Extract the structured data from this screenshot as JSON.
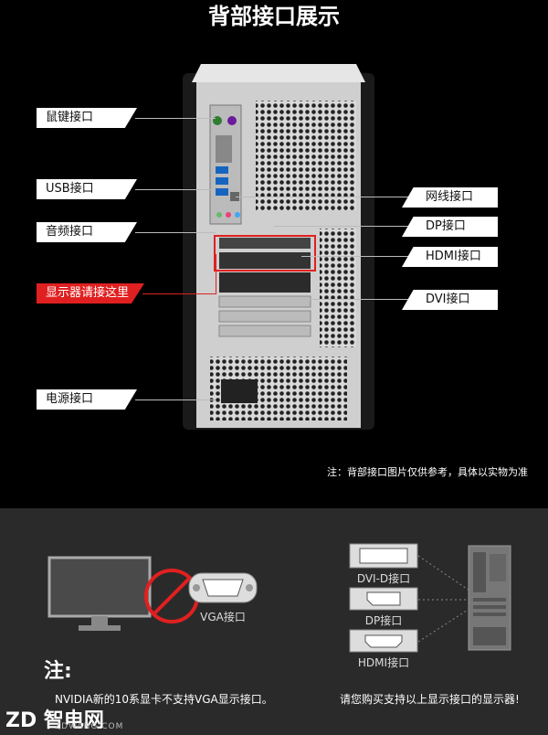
{
  "title": "背部接口展示",
  "left_labels": {
    "mouse_keyboard": "鼠键接口",
    "usb": "USB接口",
    "audio": "音频接口",
    "display_here": "显示器请接这里",
    "power": "电源接口"
  },
  "right_labels": {
    "network": "网线接口",
    "dp": "DP接口",
    "hdmi": "HDMI接口",
    "dvi": "DVI接口"
  },
  "disclaimer": "注：背部接口图片仅供参考，具体以实物为准",
  "bottom": {
    "vga_label": "VGA接口",
    "dvid_label": "DVI-D接口",
    "dp_label": "DP接口",
    "hdmi_label": "HDMI接口",
    "note_title": "注:",
    "note_left": "NVIDIA新的10系显卡不支持VGA显示接口。",
    "note_right": "请您购买支持以上显示接口的显示器!",
    "logo_text": "智电网",
    "logo_sub": "ZDWANG.COM"
  },
  "colors": {
    "accent_red": "#e02020",
    "label_bg": "#ffffff"
  }
}
